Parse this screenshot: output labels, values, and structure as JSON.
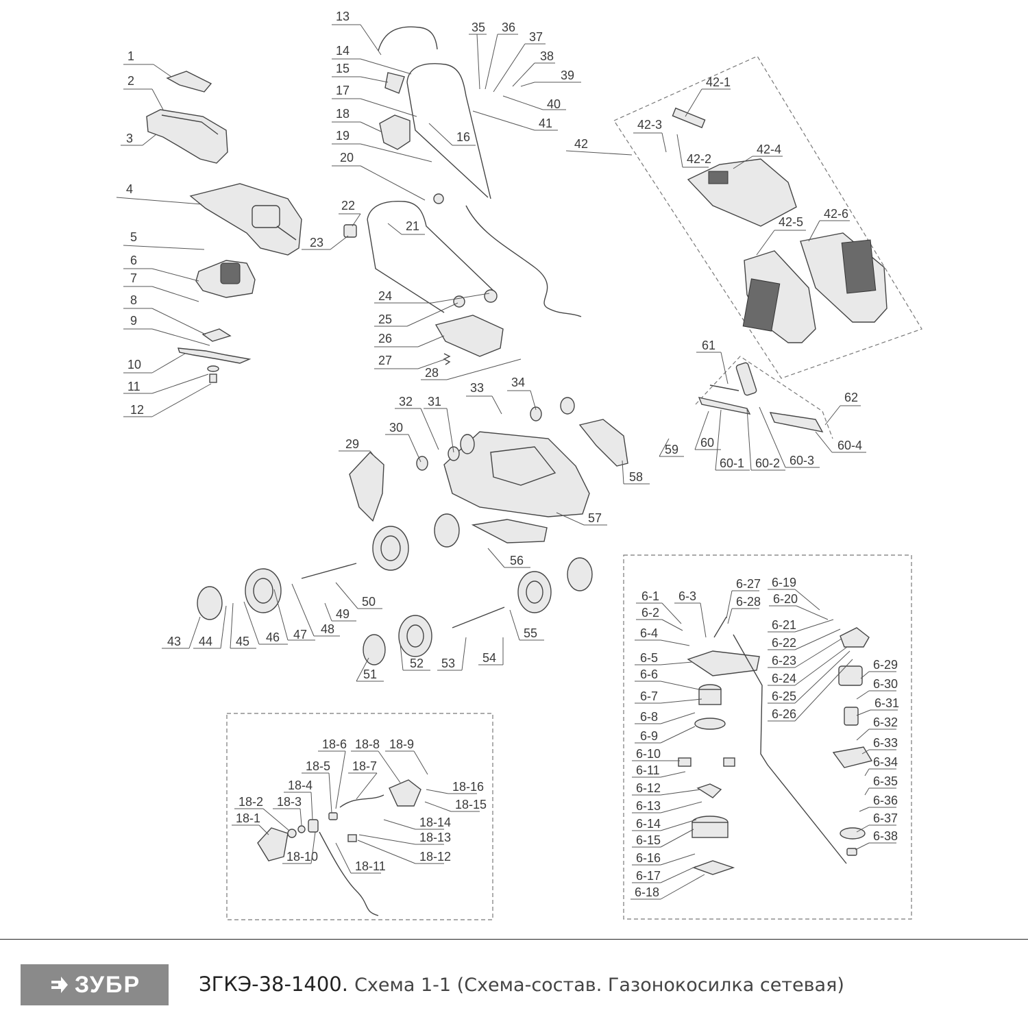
{
  "diagram": {
    "labels": [
      "1",
      "2",
      "3",
      "4",
      "5",
      "6",
      "7",
      "8",
      "9",
      "10",
      "11",
      "12",
      "13",
      "14",
      "15",
      "16",
      "17",
      "18",
      "19",
      "20",
      "21",
      "22",
      "23",
      "24",
      "25",
      "26",
      "27",
      "28",
      "29",
      "30",
      "31",
      "32",
      "33",
      "34",
      "35",
      "36",
      "37",
      "38",
      "39",
      "40",
      "41",
      "42",
      "42-1",
      "42-2",
      "42-3",
      "42-4",
      "42-5",
      "42-6",
      "43",
      "44",
      "45",
      "46",
      "47",
      "48",
      "49",
      "50",
      "51",
      "52",
      "53",
      "54",
      "55",
      "56",
      "57",
      "58",
      "59",
      "60",
      "60-1",
      "60-2",
      "60-3",
      "60-4",
      "61",
      "62",
      "6-1",
      "6-2",
      "6-3",
      "6-4",
      "6-5",
      "6-6",
      "6-7",
      "6-8",
      "6-9",
      "6-10",
      "6-11",
      "6-12",
      "6-13",
      "6-14",
      "6-15",
      "6-16",
      "6-17",
      "6-18",
      "6-19",
      "6-20",
      "6-21",
      "6-22",
      "6-23",
      "6-24",
      "6-25",
      "6-26",
      "6-27",
      "6-28",
      "6-29",
      "6-30",
      "6-31",
      "6-32",
      "6-33",
      "6-34",
      "6-35",
      "6-36",
      "6-37",
      "6-38",
      "18-1",
      "18-2",
      "18-3",
      "18-4",
      "18-5",
      "18-6",
      "18-7",
      "18-8",
      "18-9",
      "18-10",
      "18-11",
      "18-12",
      "18-13",
      "18-14",
      "18-15",
      "18-16"
    ]
  },
  "footer": {
    "brand": "ЗУБР",
    "model": "ЗГКЭ-38-1400.",
    "description": "Схема 1-1 (Схема-состав. Газонокосилка сетевая)"
  }
}
